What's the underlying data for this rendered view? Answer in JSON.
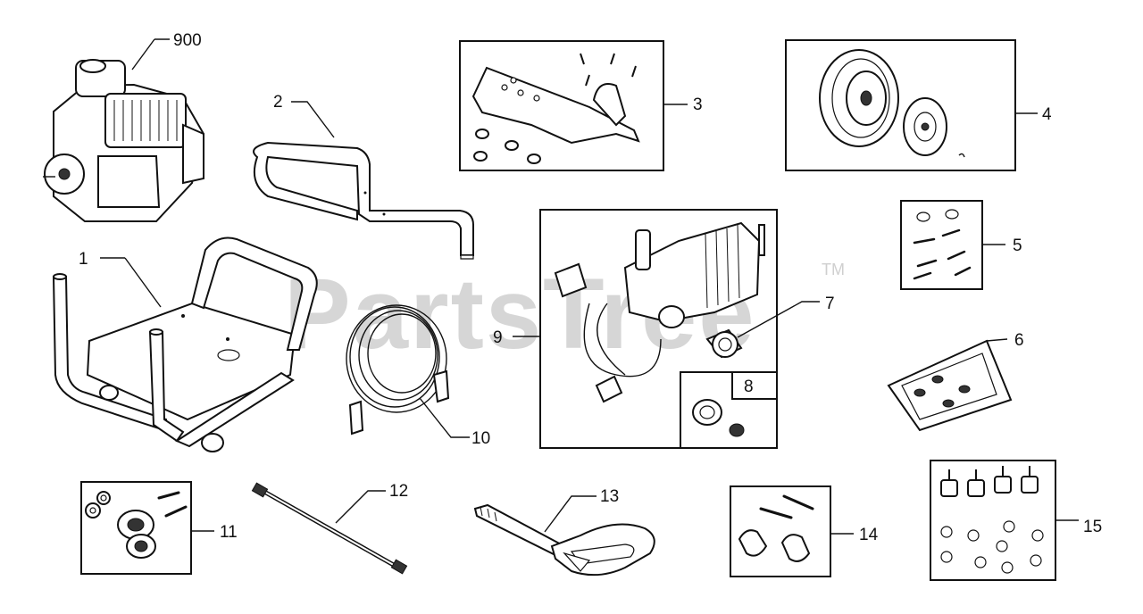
{
  "watermark": {
    "text": "PartsTree",
    "mark": "TM"
  },
  "callouts": {
    "engine": "900",
    "handle": "2",
    "frame": "1",
    "guard_kit": "3",
    "wheel_kit": "4",
    "bolt_kit": "5",
    "accessory_bag": "6",
    "adapter": "7",
    "fitting_box": "8",
    "pump": "9",
    "hose": "10",
    "bearing_kit": "11",
    "lance": "12",
    "gun": "13",
    "knob_kit": "14",
    "foot_kit": "15"
  }
}
